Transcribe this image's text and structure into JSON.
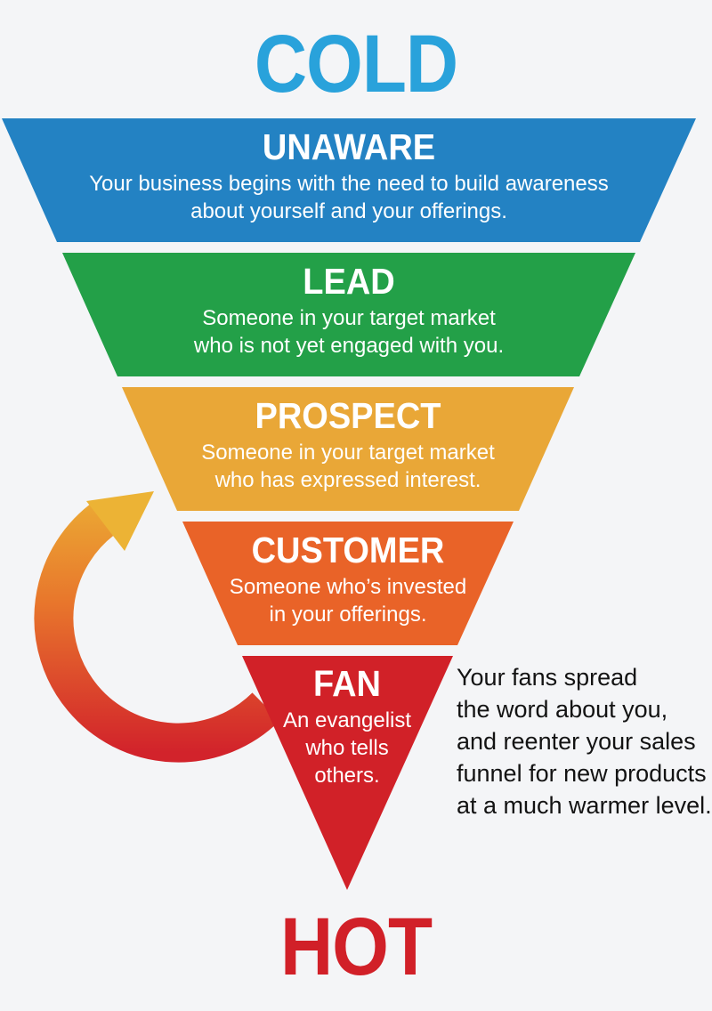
{
  "page": {
    "background_color": "#f4f5f7"
  },
  "header": {
    "label": "COLD",
    "color": "#29a2db"
  },
  "footer": {
    "label": "HOT",
    "color": "#d12028"
  },
  "funnel": {
    "direction": "inverted-pyramid-top-wide-to-bottom-point",
    "tiers": [
      {
        "title": "UNAWARE",
        "color": "#2382c3",
        "lines": [
          "Your business begins with the need to build awareness",
          "about yourself and your offerings."
        ]
      },
      {
        "title": "LEAD",
        "color": "#23a048",
        "lines": [
          "Someone in your target market",
          "who is not yet engaged with you."
        ]
      },
      {
        "title": "PROSPECT",
        "color": "#e9a737",
        "lines": [
          "Someone in your target market",
          "who has expressed interest."
        ]
      },
      {
        "title": "CUSTOMER",
        "color": "#e96328",
        "lines": [
          "Someone who’s invested",
          "in your offerings."
        ]
      },
      {
        "title": "FAN",
        "color": "#d12128",
        "lines": [
          "An evangelist",
          "who tells",
          "others."
        ]
      }
    ]
  },
  "annotation": {
    "lines": [
      "Your fans spread",
      "the word about you,",
      "and reenter your sales",
      "funnel for new products",
      "at a much warmer level."
    ],
    "color": "#131313"
  },
  "arrow": {
    "meaning": "fans reenter the funnel at a warmer level",
    "gradient_top": "#ecb335",
    "gradient_mid": "#e8762c",
    "gradient_bottom": "#d2232b"
  }
}
